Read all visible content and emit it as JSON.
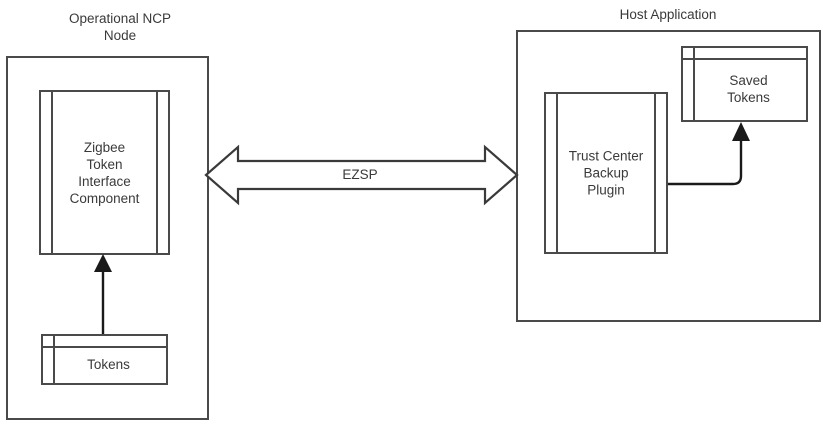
{
  "diagram": {
    "background_color": "#ffffff",
    "stroke_color": "#4a4a4a",
    "text_color": "#3a3a3a",
    "arrow_fill": "#1a1a1a",
    "groups": [
      {
        "id": "ncp",
        "title": "Operational NCP\nNode"
      },
      {
        "id": "host",
        "title": "Host Application"
      }
    ],
    "nodes": {
      "zigbee_component": "Zigbee\nToken\nInterface\nComponent",
      "tokens_store": "Tokens",
      "trust_center_plugin": "Trust Center\nBackup\nPlugin",
      "saved_tokens_store": "Saved\nTokens"
    },
    "connectors": {
      "ezsp_label": "EZSP",
      "tokens_to_component": "solid-arrow-up",
      "plugin_to_saved_tokens": "elbow-arrow-up"
    }
  }
}
